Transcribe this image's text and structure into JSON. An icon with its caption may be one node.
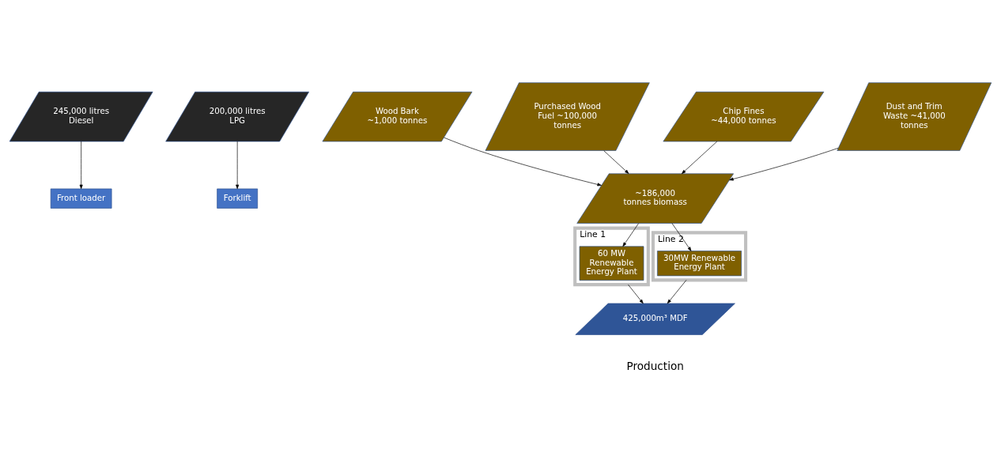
{
  "diagram": {
    "nodes": [
      {
        "text": [
          "245,000 litres Diesel"
        ]
      },
      {
        "text": [
          "200,000 litres LPG"
        ]
      },
      {
        "text": [
          "Wood Bark ~1,000 tonnes"
        ]
      },
      {
        "text": [
          "Purchased Wood Fuel ~100,000 tonnes"
        ]
      },
      {
        "text": [
          "Chip Fines ~44,000 tonnes"
        ]
      },
      {
        "text": [
          "Dust and Trim Waste ~41,000 tonnes"
        ]
      },
      {
        "text": [
          "~186,000 tonnes biomass"
        ]
      },
      {
        "text": [
          "Front loader"
        ]
      },
      {
        "text": [
          "Forklift"
        ]
      },
      {
        "text": [
          "Line 1"
        ]
      },
      {
        "text": [
          "60 MW Renewable Energy Plant"
        ],
        "in": 9
      },
      {
        "text": [
          "Line 2"
        ]
      },
      {
        "text": [
          "30MW Renewable Energy Plant"
        ],
        "in": 11
      },
      {
        "text": [
          "425,000m³ MDF"
        ]
      }
    ],
    "edges": [
      {
        "from": 0,
        "to": 7,
        "arrow": "to"
      },
      {
        "from": 1,
        "to": 8,
        "arrow": "to"
      },
      {
        "from": 2,
        "to": 6,
        "arrow": "to"
      },
      {
        "from": 3,
        "to": 6,
        "arrow": "to"
      },
      {
        "from": 4,
        "to": 6,
        "arrow": "to"
      },
      {
        "from": 5,
        "to": 6,
        "arrow": "to"
      },
      {
        "from": 6,
        "to": 10,
        "arrow": "to"
      },
      {
        "from": 6,
        "to": 12,
        "arrow": "to"
      },
      {
        "from": 9,
        "to": 13,
        "arrow": "to"
      },
      {
        "from": 11,
        "to": 13,
        "arrow": "to"
      }
    ],
    "labels": [
      "Production"
    ]
  }
}
